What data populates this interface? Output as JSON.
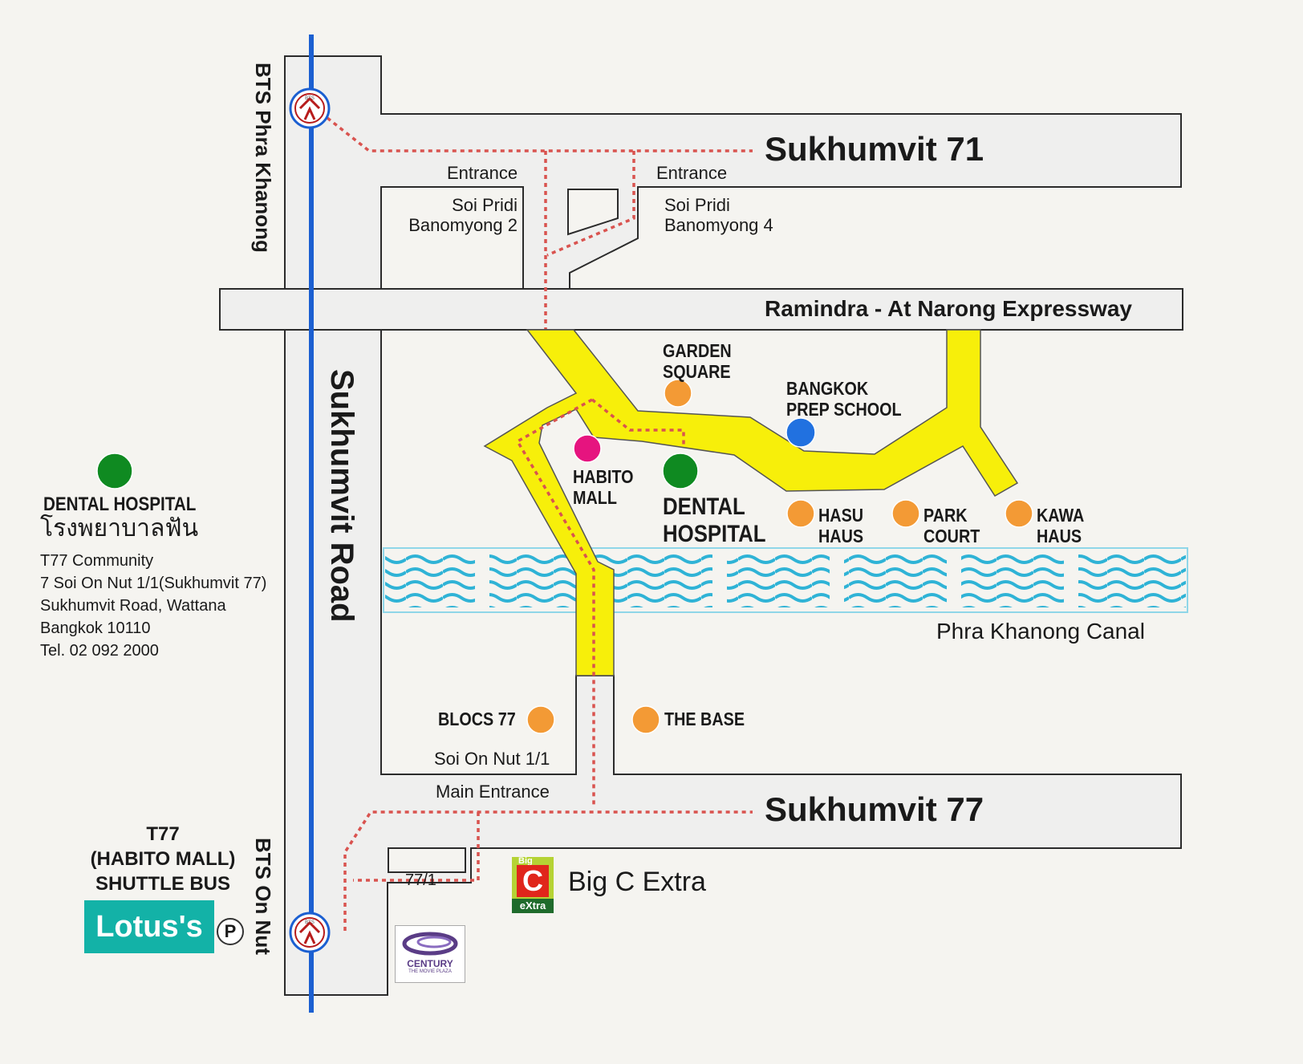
{
  "roads": {
    "sukhumvit_71": "Sukhumvit 71",
    "sukhumvit_77": "Sukhumvit 77",
    "expressway": "Ramindra - At Narong Expressway",
    "sukhumvit_road": "Sukhumvit Road",
    "soi_pridi_2": [
      "Soi Pridi",
      "Banomyong 2"
    ],
    "soi_pridi_4": [
      "Soi Pridi",
      "Banomyong 4"
    ],
    "soi_on_nut": "Soi On Nut 1/1",
    "soi_77_1": "77/1"
  },
  "entrances": {
    "left": "Entrance",
    "right": "Entrance",
    "main": "Main Entrance"
  },
  "stations": {
    "phra_khanong": "BTS Phra Khanong",
    "on_nut": "BTS On Nut",
    "logo_text": "BTS"
  },
  "canal": "Phra Khanong Canal",
  "places": {
    "garden_square": [
      "GARDEN",
      "SQUARE"
    ],
    "bangkok_prep": [
      "BANGKOK",
      "PREP SCHOOL"
    ],
    "habito_mall": [
      "HABITO",
      "MALL"
    ],
    "dental_hospital": [
      "DENTAL",
      "HOSPITAL"
    ],
    "hasu_haus": [
      "HASU",
      "HAUS"
    ],
    "park_court": [
      "PARK",
      "COURT"
    ],
    "kawa_haus": [
      "KAWA",
      "HAUS"
    ],
    "blocs_77": "BLOCS 77",
    "the_base": "THE BASE",
    "big_c": "Big C Extra"
  },
  "legend": {
    "title": "DENTAL HOSPITAL",
    "thai": "โรงพยาบาลฟัน",
    "address": [
      "T77 Community",
      "7 Soi On Nut 1/1(Sukhumvit 77)",
      "Sukhumvit Road, Wattana",
      "Bangkok 10110",
      "Tel. 02 092 2000"
    ]
  },
  "shuttle": [
    "T77",
    "(HABITO MALL)",
    "SHUTTLE BUS"
  ],
  "logos": {
    "lotus": "Lotus's",
    "parking": "P",
    "bigc_small": "Big",
    "bigc_letter": "C",
    "bigc_extra": "eXtra",
    "century": "CENTURY",
    "century_sub": "THE MOVIE PLAZA"
  },
  "colors": {
    "route_yellow": "#f7ef0a",
    "bts_line": "#1b5fd1",
    "walk_path": "#d9534f",
    "canal": "#2fb3d6",
    "marker_orange": "#f39a35",
    "marker_green": "#0f8a21",
    "marker_pink": "#e6147f",
    "marker_blue": "#2171e0"
  }
}
